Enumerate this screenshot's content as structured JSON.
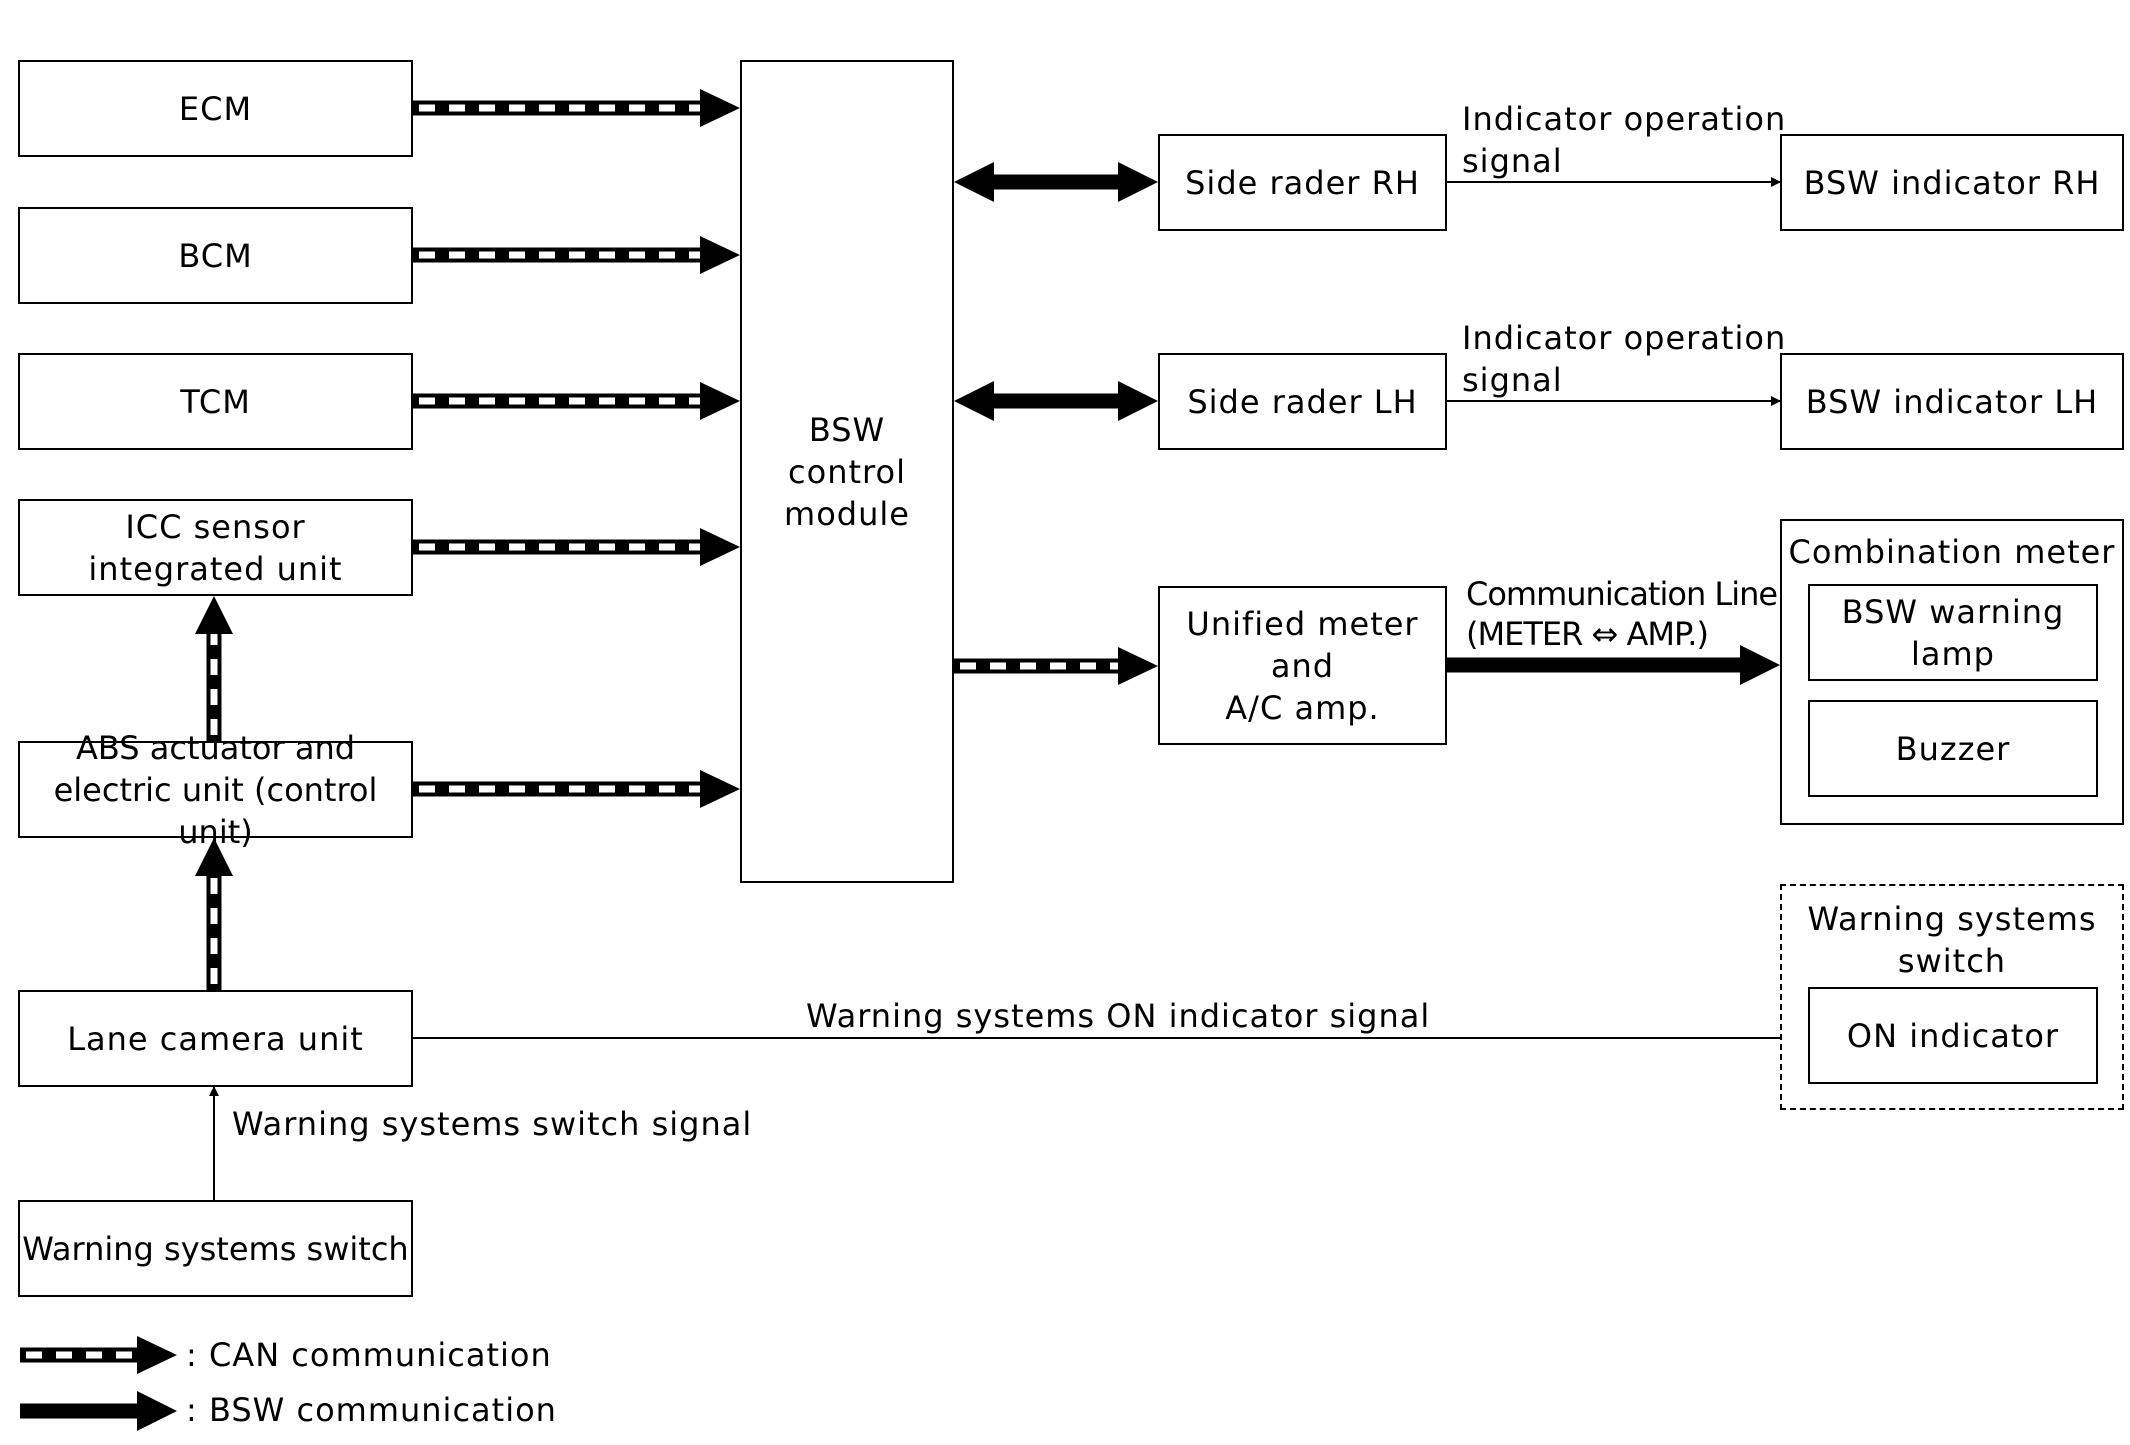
{
  "blocks": {
    "ecm": "ECM",
    "bcm": "BCM",
    "tcm": "TCM",
    "icc": [
      "ICC sensor",
      "integrated unit"
    ],
    "abs": [
      "ABS actuator and",
      "electric unit (control unit)"
    ],
    "lane_camera": "Lane camera unit",
    "warning_switch": "Warning systems switch",
    "bsw_module": [
      "BSW",
      "control",
      "module"
    ],
    "side_rh": "Side rader RH",
    "side_lh": "Side rader LH",
    "unified_meter": [
      "Unified meter",
      "and",
      "A/C amp."
    ],
    "indicator_rh": "BSW indicator RH",
    "indicator_lh": "BSW indicator LH",
    "combination_meter": {
      "title": "Combination meter",
      "warning_lamp": [
        "BSW warning",
        "lamp"
      ],
      "buzzer": "Buzzer"
    },
    "warning_switch_group": {
      "title": [
        "Warning systems",
        "switch"
      ],
      "on_indicator": "ON indicator"
    }
  },
  "signals": {
    "indicator_rh": [
      "Indicator operation",
      "signal"
    ],
    "indicator_lh": [
      "Indicator operation",
      "signal"
    ],
    "comm_line": [
      "Communication Line",
      "(METER ⇔ AMP.)"
    ],
    "on_indicator_signal": "Warning systems ON indicator signal",
    "switch_signal": "Warning systems switch signal"
  },
  "legend": {
    "can": ": CAN communication",
    "bsw": ": BSW communication"
  }
}
